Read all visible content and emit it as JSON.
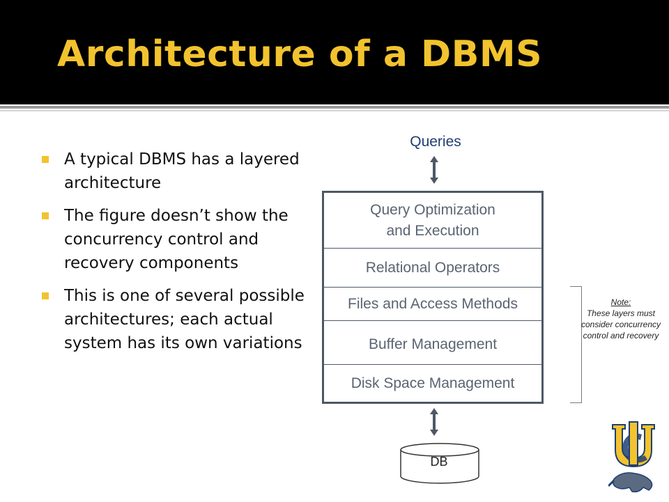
{
  "slide": {
    "title": "Architecture of a DBMS",
    "bullets": [
      "A typical DBMS has a layered architecture",
      "The figure doesn’t show the concurrency control and recovery components",
      "This is one of several possible architectures; each actual system has its own variations"
    ]
  },
  "diagram": {
    "top_label": "Queries",
    "layers": [
      "Query Optimization\nand Execution",
      "Relational Operators",
      "Files and Access Methods",
      "Buffer Management",
      "Disk Space Management"
    ],
    "storage_label": "DB",
    "note": {
      "heading": "Note:",
      "body": "These layers must consider concurrency control and recovery"
    }
  },
  "colors": {
    "title_bar": "#000000",
    "title_text": "#f2c32e",
    "bullet_marker": "#f2c32e",
    "queries_text": "#1f3f73",
    "layer_text": "#5a6472",
    "arrow": "#4e5865"
  },
  "icons": {
    "logo": "uci-anteater-logo-icon",
    "bullet": "square-bullet-icon",
    "arrow": "double-arrow-icon",
    "database": "database-cylinder-icon"
  }
}
